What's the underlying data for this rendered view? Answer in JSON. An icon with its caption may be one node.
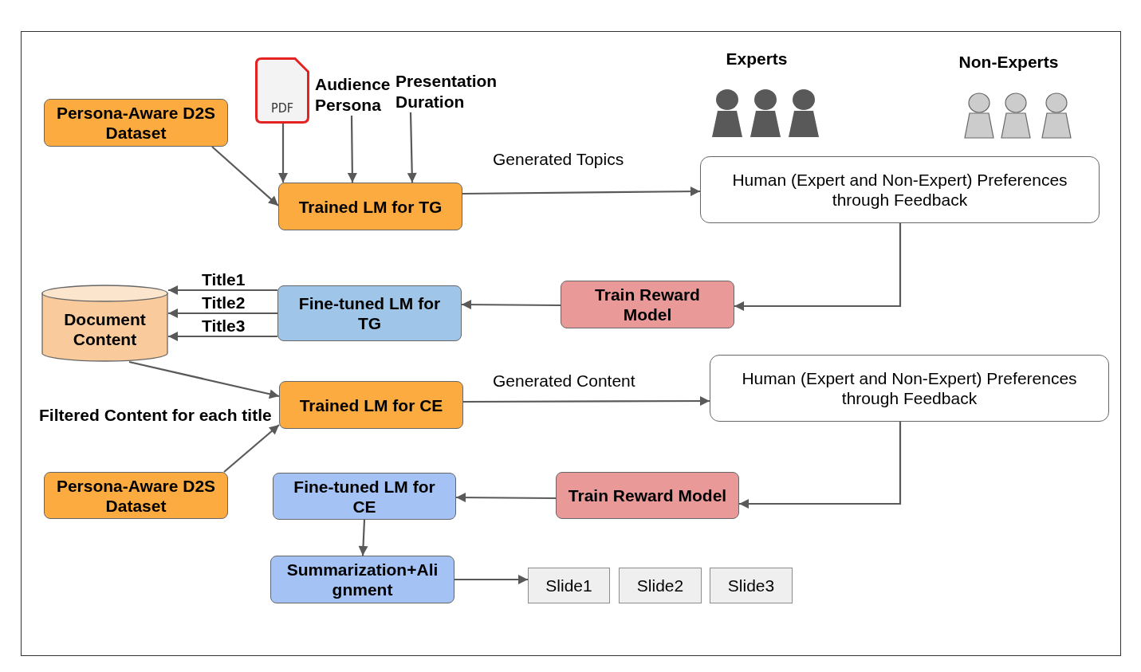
{
  "diagram": {
    "nodes": [
      {
        "text": [
          "Persona-Aware D2S Dataset"
        ]
      },
      {
        "text": [
          "PDF"
        ]
      },
      {
        "text": [
          "Audience Persona"
        ]
      },
      {
        "text": [
          "Presentation Duration"
        ]
      },
      {
        "text": [
          "Trained LM for TG"
        ]
      },
      {
        "text": [
          "Human (Expert and Non-Expert) Preferences through Feedback"
        ]
      },
      {
        "text": [
          "Document Content"
        ]
      },
      {
        "text": [
          "Fine-tuned LM for TG"
        ]
      },
      {
        "text": [
          "Train Reward Model"
        ]
      },
      {
        "text": [
          "Trained LM for CE"
        ]
      },
      {
        "text": [
          "Human (Expert and Non-Expert) Preferences through Feedback"
        ]
      },
      {
        "text": [
          "Persona-Aware D2S Dataset"
        ]
      },
      {
        "text": [
          "Fine-tuned LM for CE"
        ]
      },
      {
        "text": [
          "Train Reward Model"
        ]
      },
      {
        "text": [
          "Summarization+Alignment"
        ]
      },
      {
        "text": [
          "Slide1"
        ]
      },
      {
        "text": [
          "Slide2"
        ]
      },
      {
        "text": [
          "Slide3"
        ]
      }
    ],
    "edges": [
      {
        "from": 0,
        "to": 4,
        "arrow": "to"
      },
      {
        "from": 1,
        "to": 4,
        "arrow": "to"
      },
      {
        "from": 2,
        "to": 4,
        "arrow": "to"
      },
      {
        "from": 3,
        "to": 4,
        "arrow": "to"
      },
      {
        "from": 4,
        "to": 5,
        "arrow": "to",
        "label": "Generated Topics"
      },
      {
        "from": 5,
        "to": 8,
        "arrow": "to"
      },
      {
        "from": 8,
        "to": 7,
        "arrow": "to"
      },
      {
        "from": 7,
        "to": 6,
        "arrow": "to",
        "label": "Title1"
      },
      {
        "from": 7,
        "to": 6,
        "arrow": "to",
        "label": "Title2"
      },
      {
        "from": 7,
        "to": 6,
        "arrow": "to",
        "label": "Title3"
      },
      {
        "from": 6,
        "to": 9,
        "arrow": "to"
      },
      {
        "from": 11,
        "to": 9,
        "arrow": "to"
      },
      {
        "from": 9,
        "to": 10,
        "arrow": "to",
        "label": "Generated Content"
      },
      {
        "from": 10,
        "to": 13,
        "arrow": "to"
      },
      {
        "from": 13,
        "to": 12,
        "arrow": "to"
      },
      {
        "from": 12,
        "to": 14,
        "arrow": "to"
      },
      {
        "from": 14,
        "to": 15,
        "arrow": "to"
      }
    ],
    "labels": [
      "Experts",
      "Non-Experts",
      "Filtered Content for each title"
    ]
  }
}
